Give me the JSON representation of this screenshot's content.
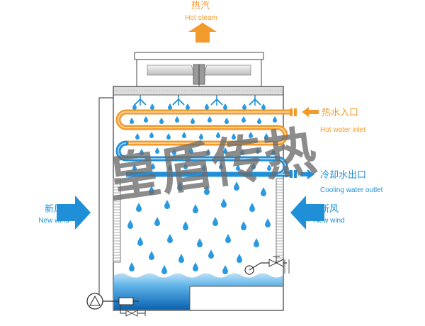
{
  "colors": {
    "orange": "#f39a2c",
    "blue": "#1f8fd8",
    "drop": "#2a9ae0",
    "water_dark": "#0c6fbd",
    "water_light": "#7fc6ef",
    "frame": "#555555",
    "watermark": "#6b6b6b"
  },
  "labels": {
    "hot_steam_cn": "热汽",
    "hot_steam_en": "Hot steam",
    "hot_water_cn": "热水入口",
    "hot_water_en": "Hot water inlet",
    "cooling_water_cn": "冷却水出口",
    "cooling_water_en": "Cooling water outlet",
    "new_wind_left_cn": "新风",
    "new_wind_left_en": "New wind",
    "new_wind_right_cn": "新风",
    "new_wind_right_en": "New wind"
  },
  "watermark": "皇盾传热"
}
